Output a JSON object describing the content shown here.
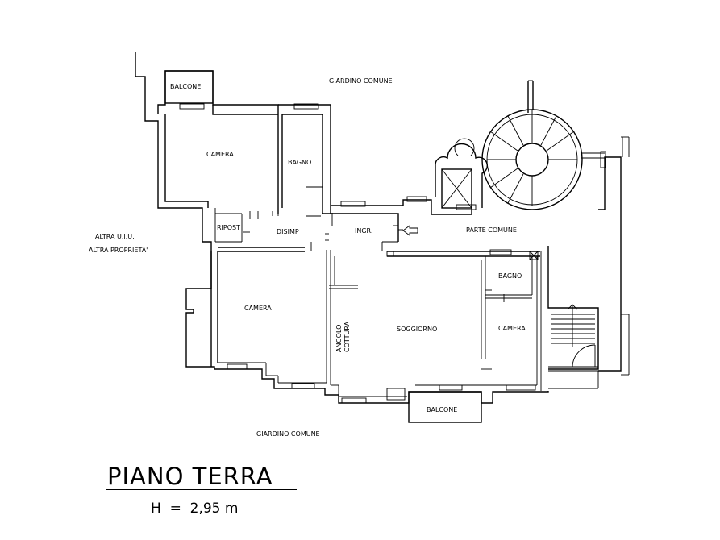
{
  "plan": {
    "title": "PIANO  TERRA",
    "height": "H  =  2,95 m",
    "outside": {
      "garden_top": "GIARDINO COMUNE",
      "garden_bottom": "GIARDINO COMUNE",
      "other_unit_line1": "ALTRA  U.I.U.",
      "other_unit_line2": "ALTRA  PROPRIETA'",
      "common_part": "PARTE   COMUNE"
    },
    "rooms": {
      "balcone_top": "BALCONE",
      "camera_1": "CAMERA",
      "bagno_1": "BAGNO",
      "ripost": "RIPOST",
      "disimp": "DISIMP",
      "ingr": "INGR.",
      "camera_2": "CAMERA",
      "angolo_cottura_line1": "ANGOLO",
      "angolo_cottura_line2": "COTTURA",
      "soggiorno": "SOGGIORNO",
      "bagno_2": "BAGNO",
      "camera_3": "CAMERA",
      "balcone_bottom": "BALCONE"
    }
  }
}
